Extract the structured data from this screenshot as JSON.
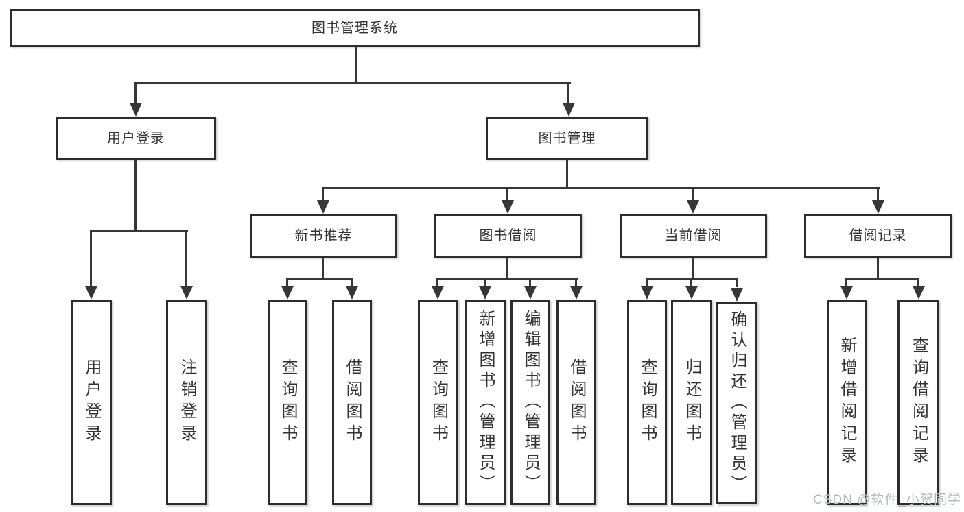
{
  "diagram_title": "图书管理系统",
  "tree": {
    "root": "图书管理系统",
    "branches": [
      {
        "label": "用户登录",
        "children": [
          "用户登录",
          "注销登录"
        ]
      },
      {
        "label": "图书管理",
        "groups": [
          {
            "label": "新书推荐",
            "children": [
              "查询图书",
              "借阅图书"
            ]
          },
          {
            "label": "图书借阅",
            "children": [
              "查询图书",
              "新增图书（管理员）",
              "编辑图书（管理员）",
              "借阅图书"
            ]
          },
          {
            "label": "当前借阅",
            "children": [
              "查询图书",
              "归还图书",
              "确认归还（管理员）"
            ]
          },
          {
            "label": "借阅记录",
            "children": [
              "新增借阅记录",
              "查询借阅记录"
            ]
          }
        ]
      }
    ]
  },
  "watermark": "CSDN @软件_小贺同学",
  "colors": {
    "background": "#ffffff",
    "box_border": "#2d2d2d",
    "line": "#363636",
    "text": "#333333",
    "watermark": "#b5b8c0"
  }
}
